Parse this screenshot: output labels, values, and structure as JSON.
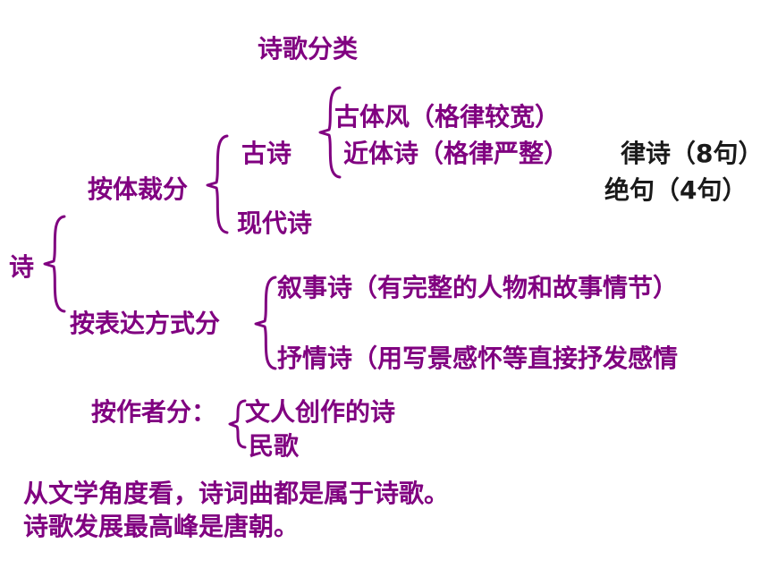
{
  "title": "诗歌分类",
  "root": "诗",
  "by_form": {
    "label": "按体裁分",
    "ancient": {
      "label": "古诗",
      "gutifeng": "古体风（格律较宽）",
      "jintishi": "近体诗（格律严整）",
      "lvshi": "律诗（8句）",
      "jueju": "绝句（4句）"
    },
    "modern": "现代诗"
  },
  "by_expression": {
    "label": "按表达方式分",
    "narrative": "叙事诗（有完整的人物和故事情节）",
    "lyric": "抒情诗（用写景感怀等直接抒发感情"
  },
  "by_author": {
    "label": "按作者分：",
    "literati": "文人创作的诗",
    "folk": "民歌"
  },
  "notes": [
    "从文学角度看，诗词曲都是属于诗歌。",
    "诗歌发展最高峰是唐朝。"
  ],
  "colors": {
    "accent": "#800080",
    "text": "#1a1a1a"
  }
}
